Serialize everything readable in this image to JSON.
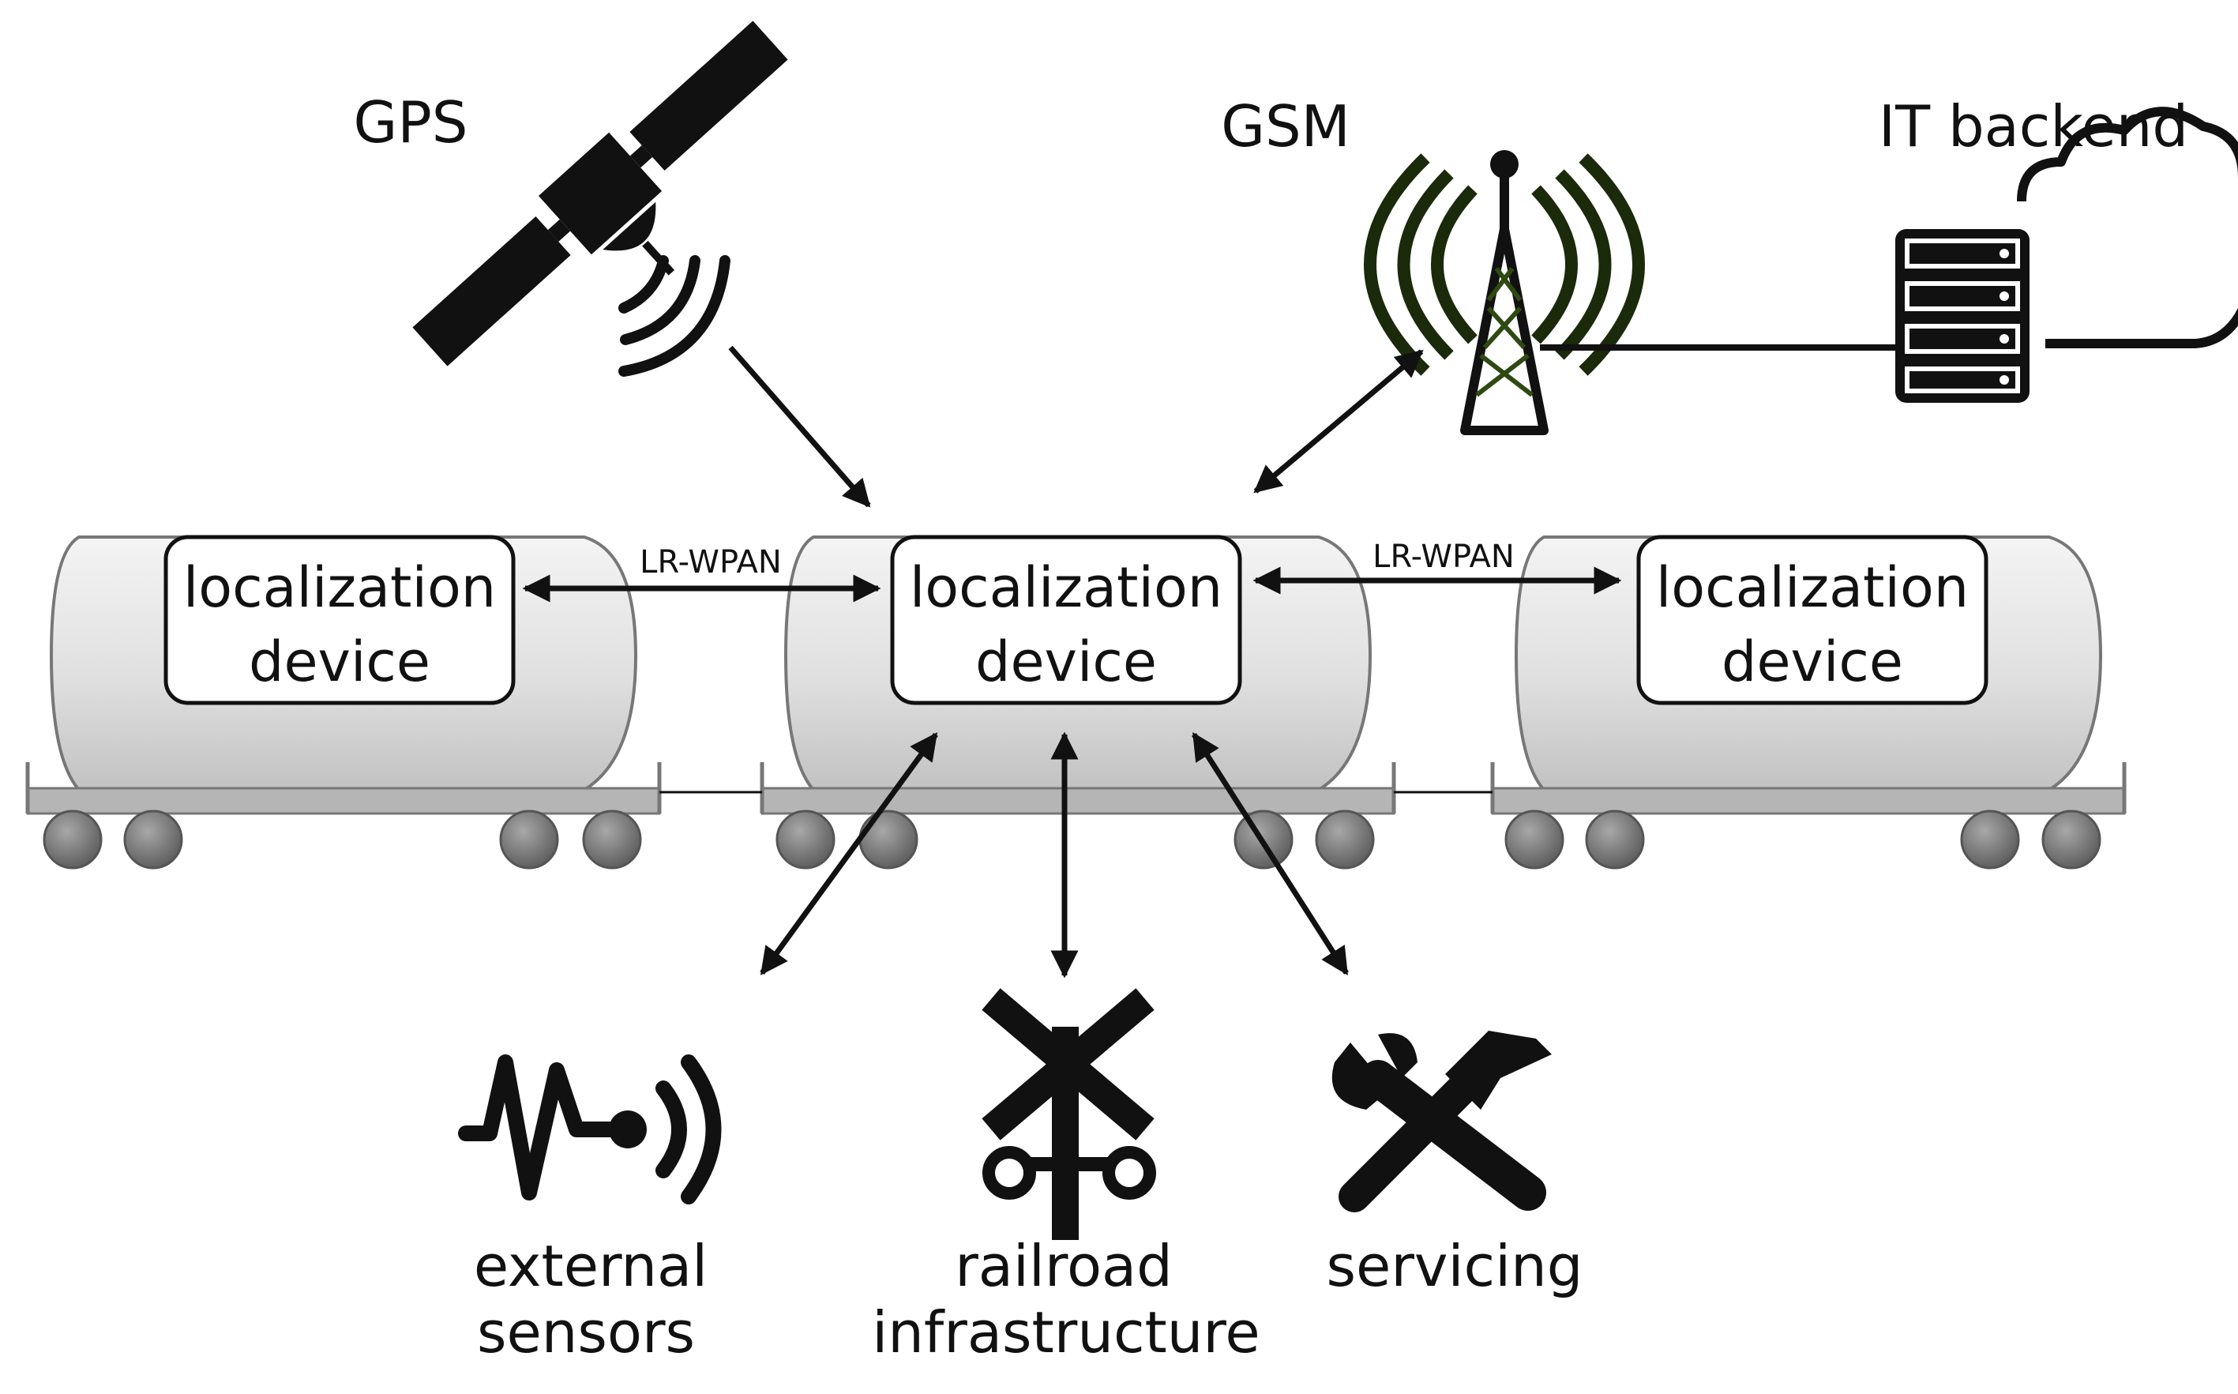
{
  "labels": {
    "gps": "GPS",
    "gsm": "GSM",
    "backend": "IT backend",
    "link_left": "LR-WPAN",
    "link_right": "LR-WPAN",
    "device_line1": "localization",
    "device_line2": "device",
    "sensors_line1": "external",
    "sensors_line2": "sensors",
    "infra_line1": "railroad",
    "infra_line2": "infrastructure",
    "servicing": "servicing"
  },
  "colors": {
    "ink": "#111111",
    "tower_accent": "#2e4a12",
    "wagon_body": "#e2e2e2",
    "wagon_stroke": "#777777",
    "wheel": "#7a7a7a",
    "platform": "#b5b5b5"
  },
  "icons": {
    "satellite": "satellite-icon",
    "tower": "cell-tower-icon",
    "server": "server-rack-icon",
    "cloud": "cloud-icon",
    "sensor": "sensor-signal-icon",
    "crossing": "railroad-crossing-icon",
    "tools": "wrench-hammer-icon"
  }
}
